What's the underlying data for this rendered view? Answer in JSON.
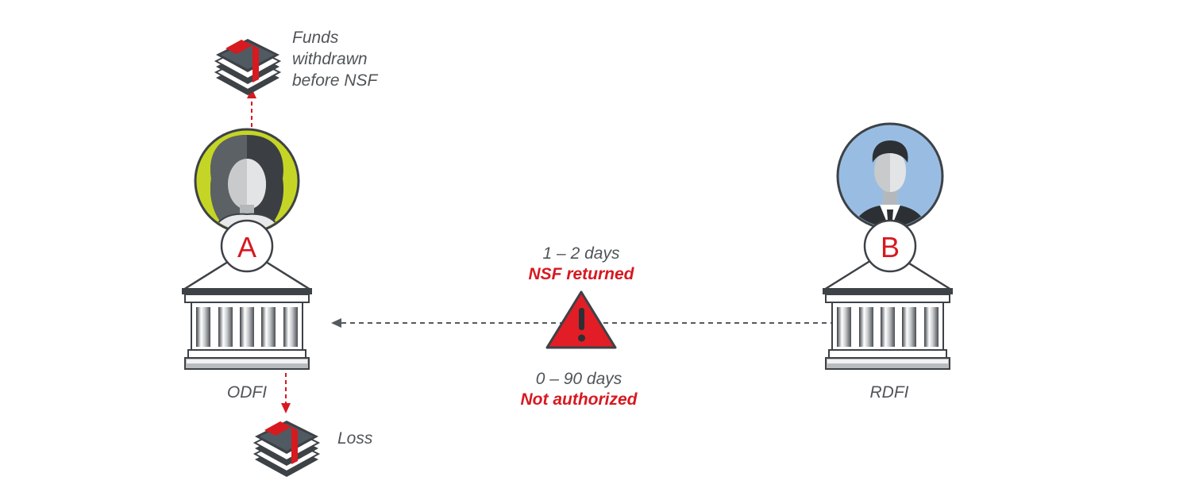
{
  "funds_withdrawn": {
    "line1": "Funds",
    "line2": "withdrawn",
    "line3": "before NSF"
  },
  "loss_label": "Loss",
  "node_a": {
    "letter": "A",
    "label": "ODFI"
  },
  "node_b": {
    "letter": "B",
    "label": "RDFI"
  },
  "return_nsf": {
    "timing": "1 – 2 days",
    "reason": "NSF returned"
  },
  "return_unauth": {
    "timing": "0 – 90 days",
    "reason": "Not authorized"
  },
  "colors": {
    "accent_red": "#d71920",
    "person_a_bg": "#c5d526",
    "person_b_bg": "#99bde2",
    "arrow_gray": "#555a5e",
    "text_gray": "#505558"
  },
  "icons": {
    "money": "money-stack-icon",
    "bank": "bank-building-icon",
    "warning": "warning-triangle-icon",
    "person_a": "woman-avatar-icon",
    "person_b": "man-avatar-icon"
  }
}
